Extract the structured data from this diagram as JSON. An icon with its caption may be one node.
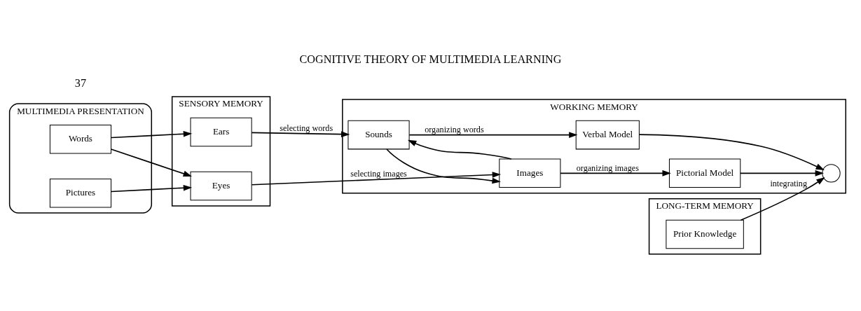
{
  "diagram": {
    "title": "COGNITIVE THEORY OF MULTIMEDIA LEARNING",
    "nodes": [
      {
        "text": [
          "MULTIMEDIA PRESENTATION"
        ]
      },
      {
        "text": [
          "Words"
        ],
        "in": 0
      },
      {
        "text": [
          "Pictures"
        ],
        "in": 0
      },
      {
        "text": [
          "SENSORY MEMORY"
        ]
      },
      {
        "text": [
          "Ears"
        ],
        "in": 3
      },
      {
        "text": [
          "Eyes"
        ],
        "in": 3
      },
      {
        "text": [
          "WORKING MEMORY"
        ]
      },
      {
        "text": [
          "Sounds"
        ],
        "in": 6
      },
      {
        "text": [
          "Images"
        ],
        "in": 6
      },
      {
        "text": [
          "Verbal Model"
        ],
        "in": 6
      },
      {
        "text": [
          "Pictorial Model"
        ],
        "in": 6
      },
      {
        "text": [],
        "shape": "circle",
        "in": 6
      },
      {
        "text": [
          "LONG-TERM MEMORY"
        ]
      },
      {
        "text": [
          "Prior Knowledge"
        ],
        "in": 12
      }
    ],
    "edges": [
      {
        "from": 1,
        "to": 4,
        "arrow": "to"
      },
      {
        "from": 1,
        "to": 5,
        "arrow": "to"
      },
      {
        "from": 2,
        "to": 5,
        "arrow": "to"
      },
      {
        "from": 4,
        "to": 7,
        "arrow": "to",
        "label": "selecting words"
      },
      {
        "from": 5,
        "to": 8,
        "arrow": "to",
        "label": "selecting images"
      },
      {
        "from": 7,
        "to": 8,
        "arrow": "to"
      },
      {
        "from": 8,
        "to": 7,
        "arrow": "to"
      },
      {
        "from": 7,
        "to": 9,
        "arrow": "to",
        "label": "organizing words"
      },
      {
        "from": 8,
        "to": 10,
        "arrow": "to",
        "label": "organizing images"
      },
      {
        "from": 9,
        "to": 11,
        "arrow": "to"
      },
      {
        "from": 10,
        "to": 11,
        "arrow": "to"
      },
      {
        "from": 13,
        "to": 11,
        "arrow": "to",
        "label": "integrating"
      }
    ],
    "labels": [
      "37"
    ]
  }
}
